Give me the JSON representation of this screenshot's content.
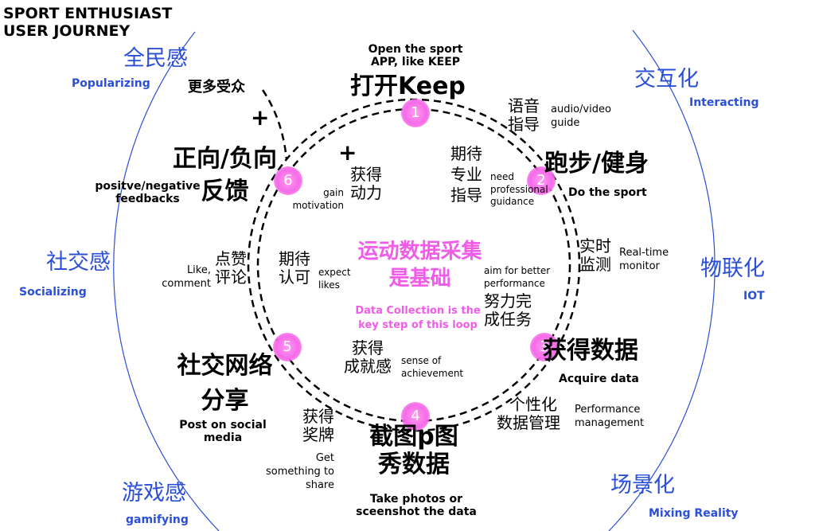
{
  "title_lines": [
    "SPORT ENTHUSIAST",
    "USER JOURNEY"
  ],
  "dimensions": [
    {
      "cn": "全民感",
      "en": "Popularizing"
    },
    {
      "cn": "社交感",
      "en": "Socializing"
    },
    {
      "cn": "游戏感",
      "en": "gamifying"
    },
    {
      "cn": "交互化",
      "en": "Interacting"
    },
    {
      "cn": "物联化",
      "en": "IOT"
    },
    {
      "cn": "场景化",
      "en": "Mixing Reality"
    }
  ],
  "center": {
    "cn_line1": "运动数据采集",
    "cn_line2": "是基础",
    "en_line1": "Data Collection is the",
    "en_line2": "key step of this loop"
  },
  "steps": [
    {
      "num": "1",
      "desc_en_1": "Open the sport",
      "desc_en_2": "APP, like KEEP",
      "cn": "打开Keep"
    },
    {
      "num": "2",
      "cn": "跑步/健身",
      "en": "Do the sport"
    },
    {
      "num": "3",
      "cn": "获得数据",
      "en": "Acquire data"
    },
    {
      "num": "4",
      "cn_1": "截图p图",
      "cn_2": "秀数据",
      "en_1": "Take photos or",
      "en_2": "sceenshot the data"
    },
    {
      "num": "5",
      "cn_1": "社交网络",
      "cn_2": "分享",
      "en_1": "Post on social",
      "en_2": "media"
    },
    {
      "num": "6",
      "cn_1": "正向/负向",
      "cn_2": "反馈",
      "en_1": "positve/negative",
      "en_2": "feedbacks"
    }
  ],
  "annotations": {
    "guide": {
      "cn_1": "语音",
      "cn_2": "指导",
      "en_1": "audio/video",
      "en_2": "guide"
    },
    "pro": {
      "cn_1": "期待",
      "cn_2": "专业",
      "cn_3": "指导",
      "en_1": "need",
      "en_2": "professional",
      "en_3": "guidance"
    },
    "realtime": {
      "cn_1": "实时",
      "cn_2": "监测",
      "en_1": "Real-time",
      "en_2": "monitor"
    },
    "task": {
      "cn_1": "努力完",
      "cn_2": "成任务",
      "en_1": "aim for better",
      "en_2": "performance"
    },
    "perf": {
      "cn_1": "个性化",
      "cn_2": "数据管理",
      "en_1": "Performance",
      "en_2": "management"
    },
    "medal": {
      "cn_1": "获得",
      "cn_2": "奖牌",
      "en_1": "Get",
      "en_2": "something to",
      "en_3": "share"
    },
    "achieve": {
      "cn_1": "获得",
      "cn_2": "成就感",
      "en_1": "sense of",
      "en_2": "achievement"
    },
    "like": {
      "cn_1": "点赞",
      "cn_2": "评论",
      "en_1": "Like,",
      "en_2": "comment"
    },
    "expect": {
      "cn_1": "期待",
      "cn_2": "认可",
      "en_1": "expect",
      "en_2": "likes"
    },
    "motivation": {
      "plus": "+",
      "cn_1": "获得",
      "cn_2": "动力",
      "en_1": "gain",
      "en_2": "motivation"
    },
    "audience": {
      "cn": "更多受众",
      "plus": "+"
    }
  }
}
